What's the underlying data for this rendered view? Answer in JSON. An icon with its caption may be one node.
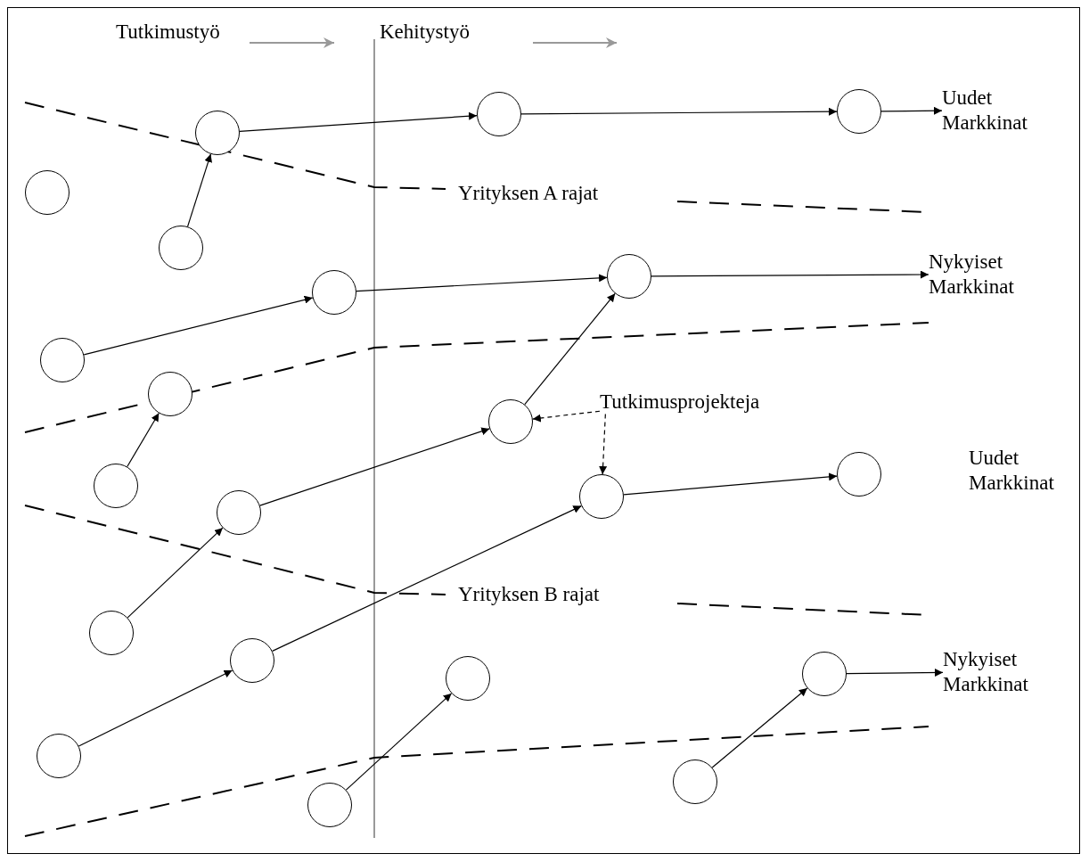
{
  "diagram": {
    "nodes": [
      {
        "text": [],
        "shape": "circle"
      },
      {
        "text": [],
        "shape": "circle"
      },
      {
        "text": [
          "Uudet Markkinat"
        ]
      },
      {
        "text": [],
        "shape": "circle"
      },
      {
        "text": [],
        "shape": "circle"
      },
      {
        "text": [],
        "shape": "circle"
      },
      {
        "text": [],
        "shape": "circle"
      },
      {
        "text": [
          "Nykyiset Markkinat"
        ]
      },
      {
        "text": [],
        "shape": "circle"
      },
      {
        "text": [],
        "shape": "circle"
      },
      {
        "text": [],
        "shape": "circle"
      },
      {
        "text": [
          "Tutkimusprojekteja"
        ]
      },
      {
        "text": [],
        "shape": "circle"
      },
      {
        "text": [],
        "shape": "circle"
      },
      {
        "text": [],
        "shape": "circle"
      },
      {
        "text": [],
        "shape": "circle"
      },
      {
        "text": [],
        "shape": "circle"
      },
      {
        "text": [],
        "shape": "circle"
      },
      {
        "text": [],
        "shape": "circle"
      },
      {
        "text": [],
        "shape": "circle"
      },
      {
        "text": [],
        "shape": "circle"
      },
      {
        "text": [
          "Nykyiset Markkinat"
        ]
      },
      {
        "text": [],
        "shape": "circle"
      },
      {
        "text": [],
        "shape": "circle"
      },
      {
        "text": [],
        "shape": "circle"
      }
    ],
    "edges": [
      {
        "from": 5,
        "to": 3,
        "arrow": "to"
      },
      {
        "from": 3,
        "to": 0,
        "arrow": "to"
      },
      {
        "from": 0,
        "to": 1,
        "arrow": "to"
      },
      {
        "from": 1,
        "to": 2,
        "arrow": "to"
      },
      {
        "from": 9,
        "to": 8,
        "arrow": "to"
      },
      {
        "from": 8,
        "to": 6,
        "arrow": "to"
      },
      {
        "from": 6,
        "to": 7,
        "arrow": "to"
      },
      {
        "from": 14,
        "to": 10,
        "arrow": "to"
      },
      {
        "from": 12,
        "to": 6,
        "arrow": "to"
      },
      {
        "from": 16,
        "to": 12,
        "arrow": "to"
      },
      {
        "from": 17,
        "to": 16,
        "arrow": "to"
      },
      {
        "from": 15,
        "to": 13,
        "arrow": "to"
      },
      {
        "from": 22,
        "to": 18,
        "arrow": "to"
      },
      {
        "from": 18,
        "to": 15,
        "arrow": "to"
      },
      {
        "from": 24,
        "to": 20,
        "arrow": "to"
      },
      {
        "from": 23,
        "to": 19,
        "arrow": "to"
      },
      {
        "from": 19,
        "to": 21,
        "arrow": "to"
      },
      {
        "from": 11,
        "to": 12,
        "arrow": "to",
        "style": "dashed"
      },
      {
        "from": 11,
        "to": 15,
        "arrow": "to",
        "style": "dashed"
      }
    ],
    "labels": [
      "Tutkimustyö",
      "Kehitystyö",
      "Yrityksen A rajat",
      "Uudet Markkinat",
      "Yrityksen B rajat"
    ]
  }
}
